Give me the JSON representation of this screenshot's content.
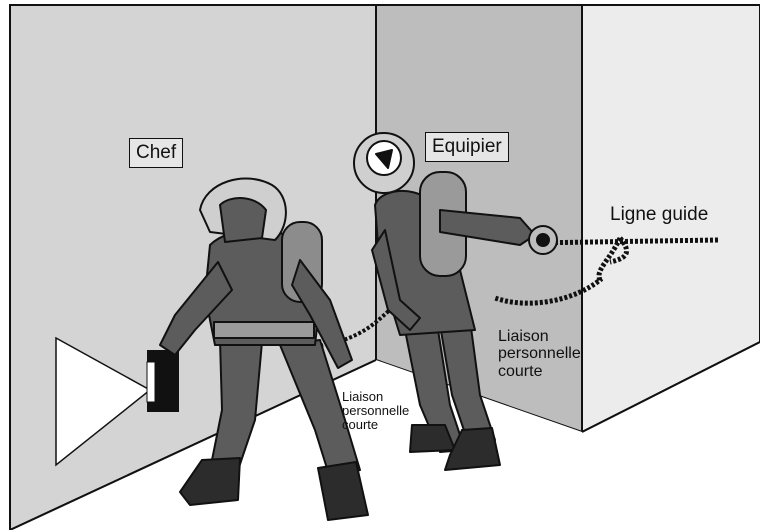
{
  "labels": {
    "chef": "Chef",
    "equipier": "Equipier",
    "ligne_guide": "Ligne guide",
    "liaison_right": [
      "Liaison",
      "personnelle",
      "courte"
    ],
    "liaison_left": [
      "Liaison",
      "personnelle",
      "courte"
    ]
  },
  "colors": {
    "wall_left": "#d4d4d4",
    "wall_middle": "#bdbdbd",
    "wall_right": "#ececec",
    "floor": "#ffffff",
    "suit": "#5c5c5c",
    "outline": "#111111",
    "label_box": "#e6e6e6"
  }
}
